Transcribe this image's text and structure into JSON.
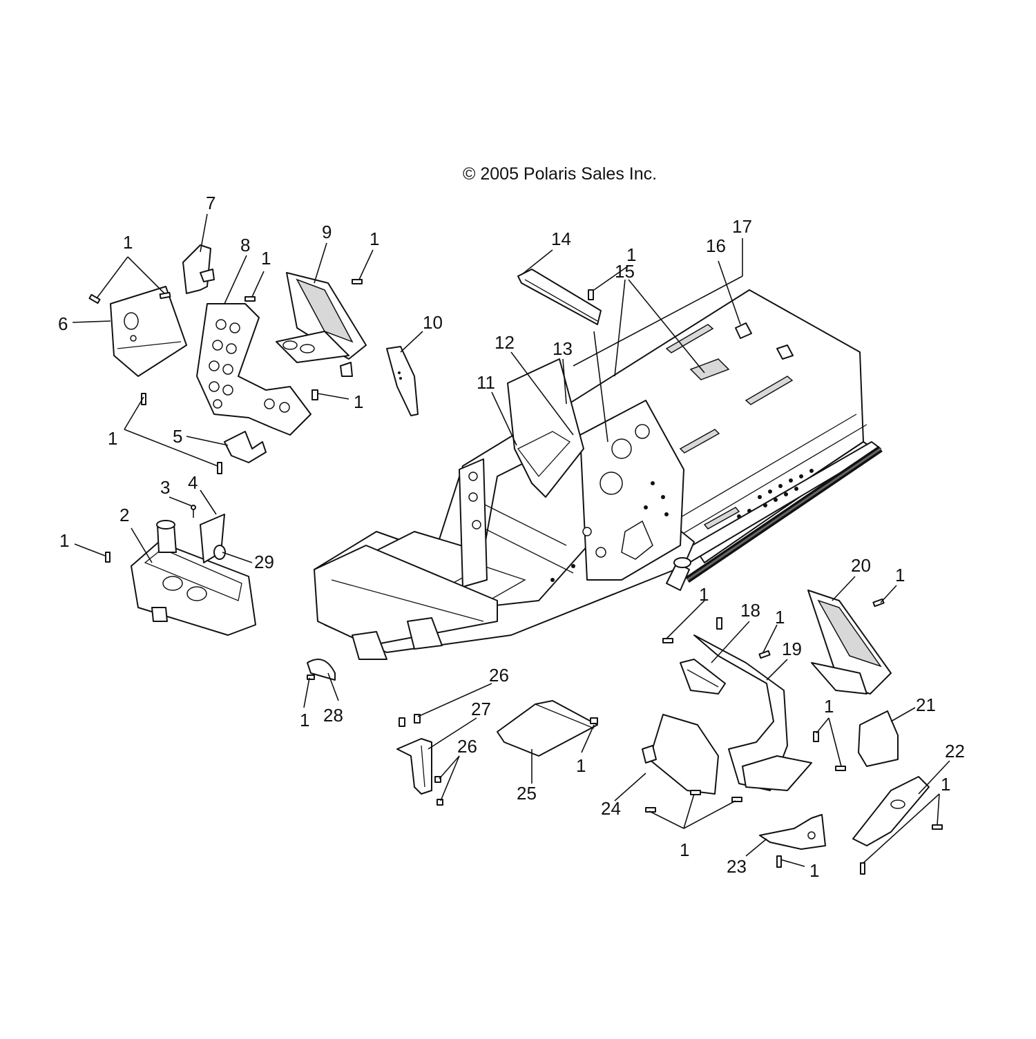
{
  "copyright": "© 2005 Polaris Sales Inc.",
  "callouts": [
    {
      "id": "c6",
      "text": "6"
    },
    {
      "id": "c7",
      "text": "7"
    },
    {
      "id": "c1a",
      "text": "1"
    },
    {
      "id": "c8",
      "text": "8"
    },
    {
      "id": "c1b",
      "text": "1"
    },
    {
      "id": "c9",
      "text": "9"
    },
    {
      "id": "c1c",
      "text": "1"
    },
    {
      "id": "c10",
      "text": "10"
    },
    {
      "id": "c1d",
      "text": "1"
    },
    {
      "id": "c1e",
      "text": "1"
    },
    {
      "id": "c5",
      "text": "5"
    },
    {
      "id": "c3",
      "text": "3"
    },
    {
      "id": "c4",
      "text": "4"
    },
    {
      "id": "c2",
      "text": "2"
    },
    {
      "id": "c1f",
      "text": "1"
    },
    {
      "id": "c29",
      "text": "29"
    },
    {
      "id": "c14",
      "text": "14"
    },
    {
      "id": "c1g",
      "text": "1"
    },
    {
      "id": "c15",
      "text": "15"
    },
    {
      "id": "c16",
      "text": "16"
    },
    {
      "id": "c17",
      "text": "17"
    },
    {
      "id": "c12",
      "text": "12"
    },
    {
      "id": "c13",
      "text": "13"
    },
    {
      "id": "c11",
      "text": "11"
    },
    {
      "id": "c20",
      "text": "20"
    },
    {
      "id": "c1h",
      "text": "1"
    },
    {
      "id": "c18",
      "text": "18"
    },
    {
      "id": "c1i",
      "text": "1"
    },
    {
      "id": "c1j",
      "text": "1"
    },
    {
      "id": "c19",
      "text": "19"
    },
    {
      "id": "c21",
      "text": "21"
    },
    {
      "id": "c1k",
      "text": "1"
    },
    {
      "id": "c22",
      "text": "22"
    },
    {
      "id": "c1l",
      "text": "1"
    },
    {
      "id": "c26a",
      "text": "26"
    },
    {
      "id": "c27",
      "text": "27"
    },
    {
      "id": "c26b",
      "text": "26"
    },
    {
      "id": "c25",
      "text": "25"
    },
    {
      "id": "c1m",
      "text": "1"
    },
    {
      "id": "c28",
      "text": "28"
    },
    {
      "id": "c1n",
      "text": "1"
    },
    {
      "id": "c24",
      "text": "24"
    },
    {
      "id": "c1o",
      "text": "1"
    },
    {
      "id": "c23",
      "text": "23"
    },
    {
      "id": "c1p",
      "text": "1"
    }
  ]
}
